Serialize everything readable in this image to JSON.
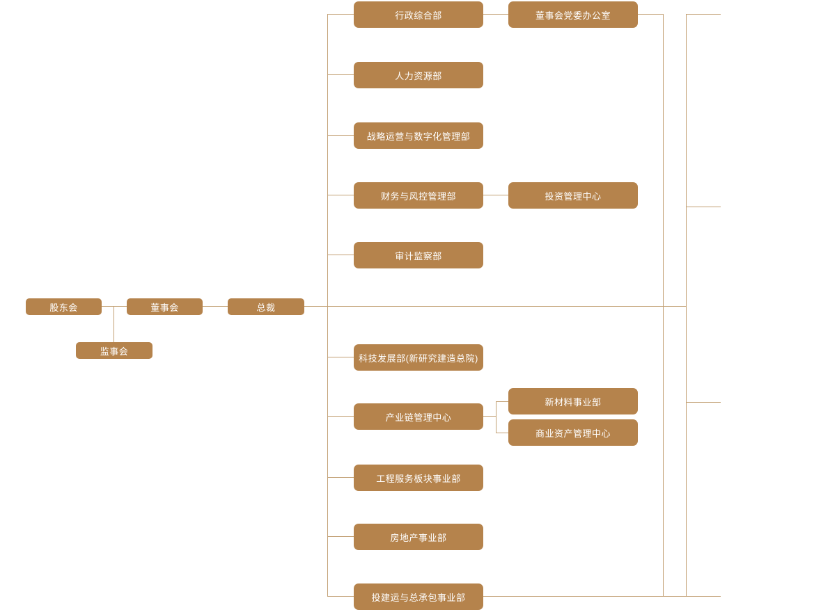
{
  "diagram": {
    "type": "organizational-chart",
    "colors": {
      "node_fill": "#b5834c",
      "node_text": "#ffffff",
      "connector": "#c2a074"
    },
    "nodes": {
      "shareholders": {
        "label": "股东会"
      },
      "board": {
        "label": "董事会"
      },
      "president": {
        "label": "总裁"
      },
      "supervisory": {
        "label": "监事会"
      },
      "admin_general": {
        "label": "行政综合部"
      },
      "board_party_office": {
        "label": "董事会党委办公室"
      },
      "human_resources": {
        "label": "人力资源部"
      },
      "strategy_digital": {
        "label": "战略运营与数字化管理部"
      },
      "finance_risk": {
        "label": "财务与风控管理部"
      },
      "investment_center": {
        "label": "投资管理中心"
      },
      "audit_supervision": {
        "label": "审计监察部"
      },
      "tech_development": {
        "label": "科技发展部(新研究建造总院)"
      },
      "industry_chain": {
        "label": "产业链管理中心"
      },
      "new_materials": {
        "label": "新材料事业部"
      },
      "commercial_assets": {
        "label": "商业资产管理中心"
      },
      "engineering_services": {
        "label": "工程服务板块事业部"
      },
      "real_estate": {
        "label": "房地产事业部"
      },
      "investment_construction_epc": {
        "label": "投建运与总承包事业部"
      }
    },
    "hierarchy": {
      "股东会": [
        "董事会",
        "监事会"
      ],
      "董事会": [
        "总裁"
      ],
      "总裁": [
        "行政综合部",
        "人力资源部",
        "战略运营与数字化管理部",
        "财务与风控管理部",
        "审计监察部",
        "科技发展部(新研究建造总院)",
        "产业链管理中心",
        "工程服务板块事业部",
        "房地产事业部",
        "投建运与总承包事业部"
      ],
      "行政综合部": [
        "董事会党委办公室"
      ],
      "财务与风控管理部": [
        "投资管理中心"
      ],
      "产业链管理中心": [
        "新材料事业部",
        "商业资产管理中心"
      ]
    }
  }
}
